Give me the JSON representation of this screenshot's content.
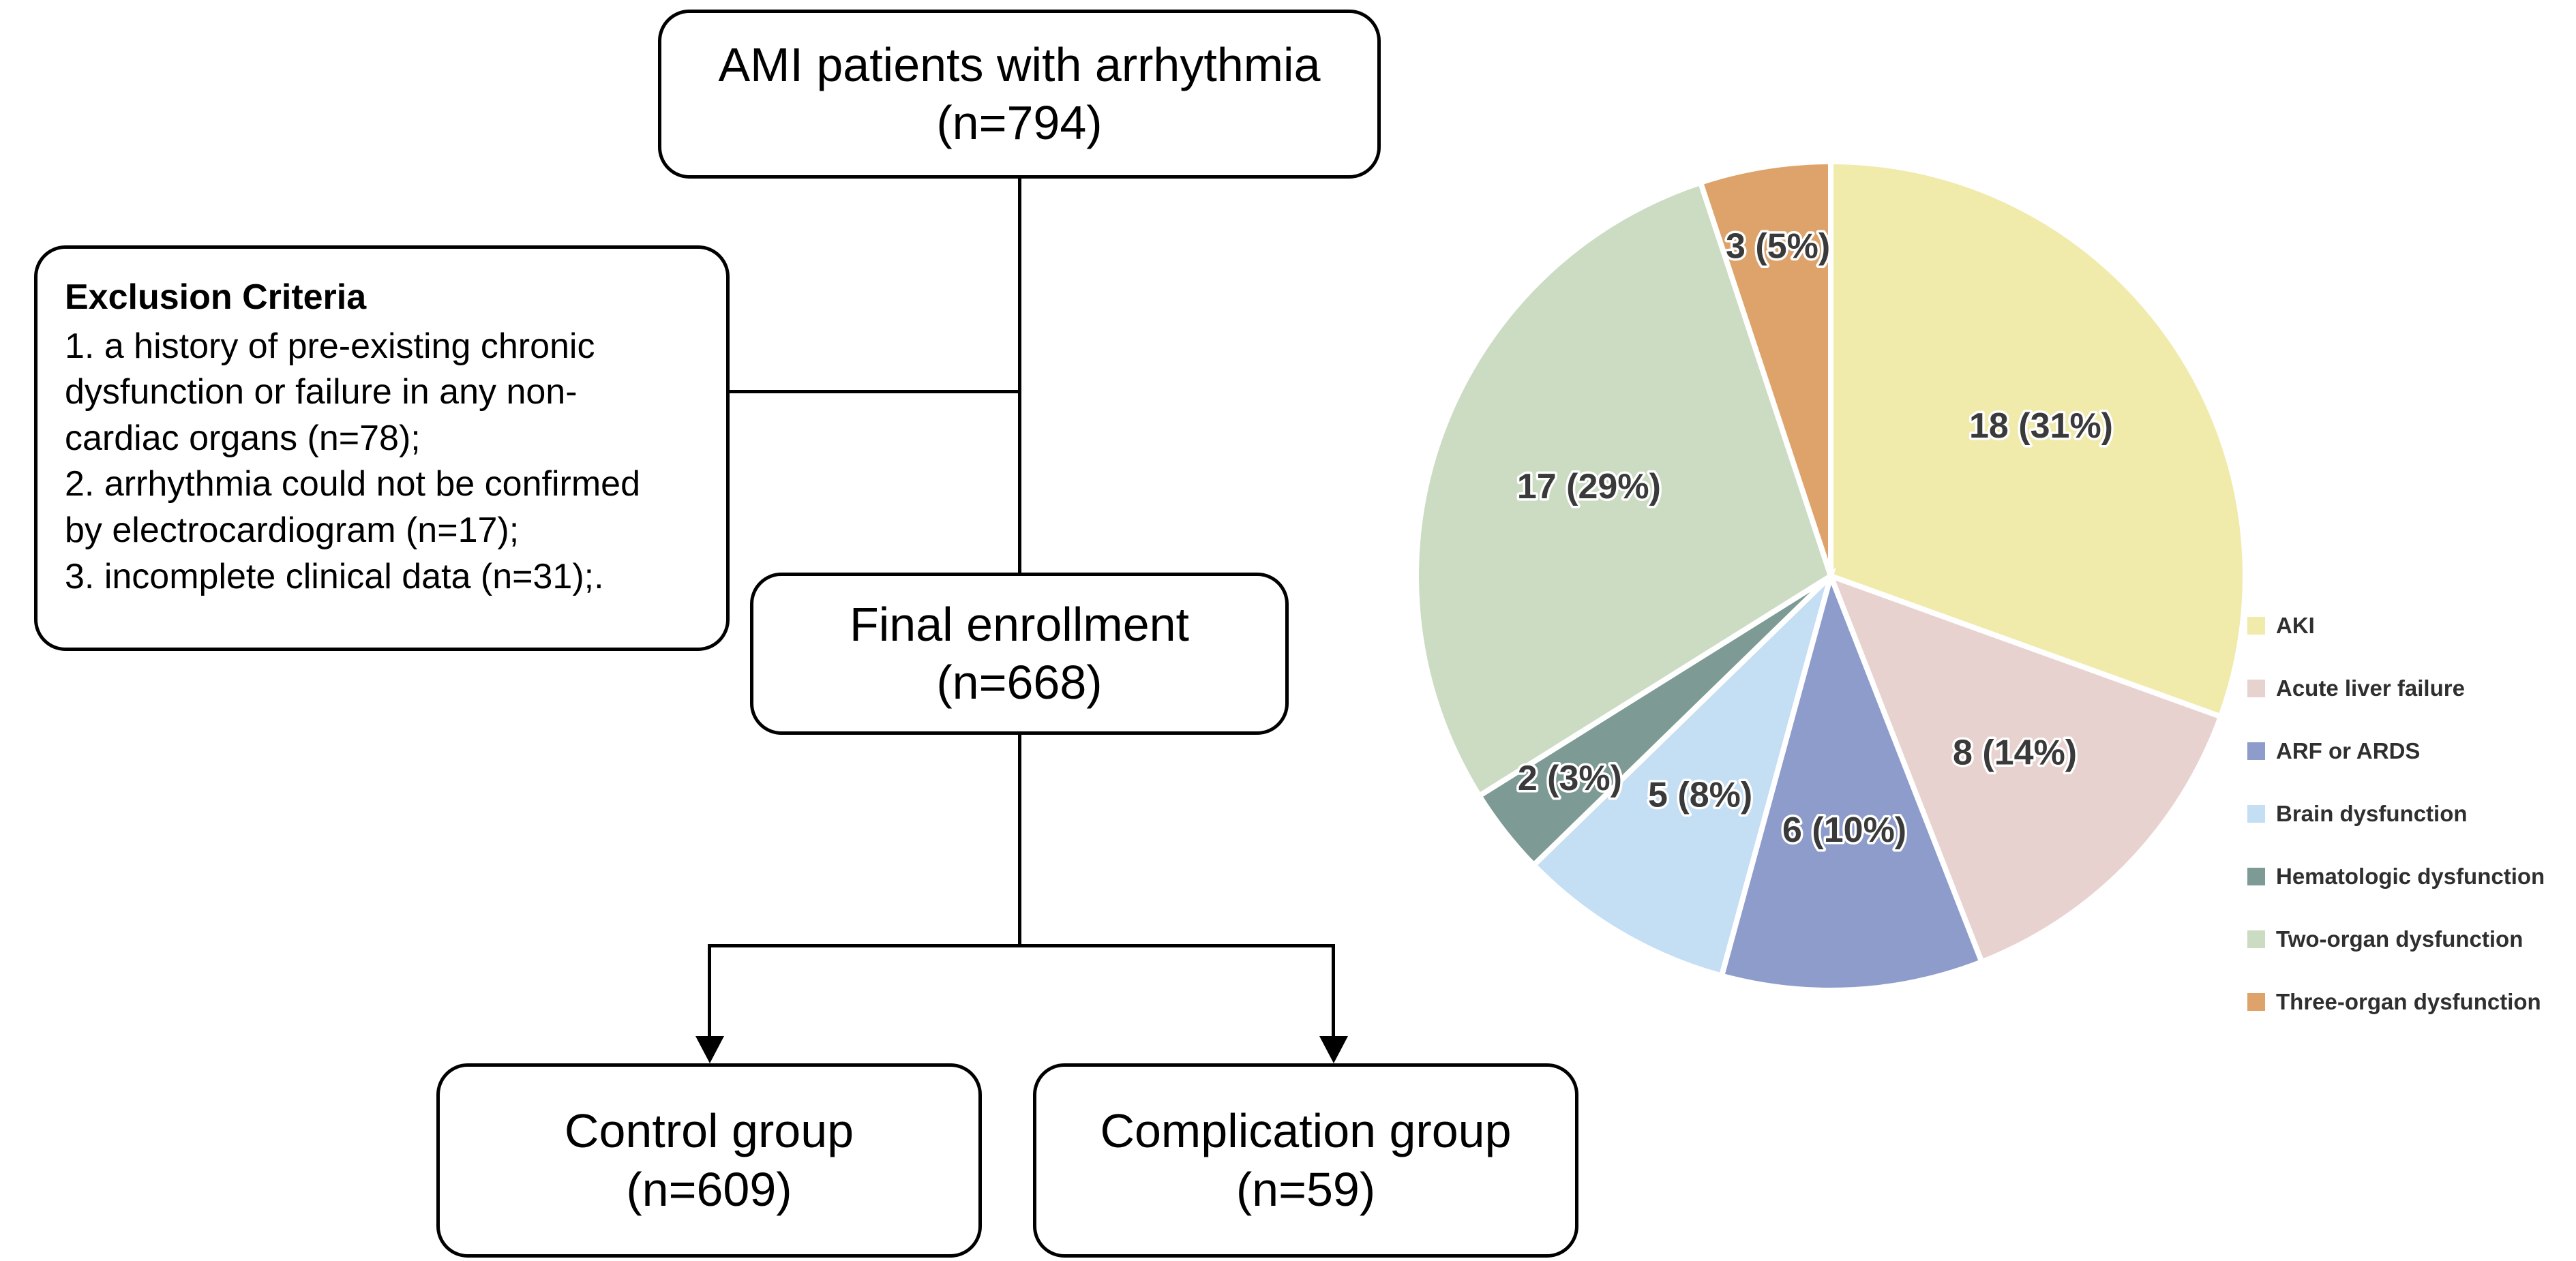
{
  "flowchart": {
    "source_node": {
      "title": "AMI patients with arrhythmia",
      "count": "(n=794)"
    },
    "exclusion_node": {
      "title": "Exclusion Criteria",
      "items": [
        "1. a history of pre-existing chronic",
        "dysfunction or failure in any non-",
        "cardiac organs (n=78);",
        "2. arrhythmia could not be confirmed",
        "by electrocardiogram (n=17);",
        "3. incomplete clinical data (n=31);."
      ]
    },
    "final_node": {
      "title": "Final enrollment",
      "count": "(n=668)"
    },
    "control_node": {
      "title": "Control group",
      "count": "(n=609)"
    },
    "complication_node": {
      "title": "Complication group",
      "count": "(n=59)"
    }
  },
  "chart_data": {
    "type": "pie",
    "title": "",
    "legend_position": "right",
    "total": 59,
    "start_angle_deg": 0,
    "direction": "clockwise",
    "categories": [
      "AKI",
      "Acute liver failure",
      "ARF or ARDS",
      "Brain dysfunction",
      "Hematologic dysfunction",
      "Two-organ dysfunction",
      "Three-organ dysfunction"
    ],
    "values": [
      18,
      8,
      6,
      5,
      2,
      17,
      3
    ],
    "percents": [
      31,
      14,
      10,
      8,
      3,
      29,
      5
    ],
    "labels": [
      "18 (31%)",
      "8 (14%)",
      "6 (10%)",
      "5 (8%)",
      "2 (3%)",
      "17 (29%)",
      "3 (5%)"
    ],
    "colors": [
      "#f0eaab",
      "#e8d2cf",
      "#8d9cca",
      "#c4def3",
      "#7d9b94",
      "#cbdcc3",
      "#dda36a"
    ],
    "slice_gap_color": "#ffffff"
  },
  "legend": {
    "items": [
      {
        "label": "AKI",
        "color": "#f0eaab"
      },
      {
        "label": "Acute liver failure",
        "color": "#e8d2cf"
      },
      {
        "label": "ARF or ARDS",
        "color": "#8d9cca"
      },
      {
        "label": "Brain dysfunction",
        "color": "#c4def3"
      },
      {
        "label": "Hematologic dysfunction",
        "color": "#7d9b94"
      },
      {
        "label": "Two-organ dysfunction",
        "color": "#cbdcc3"
      },
      {
        "label": "Three-organ dysfunction",
        "color": "#dda36a"
      }
    ]
  }
}
